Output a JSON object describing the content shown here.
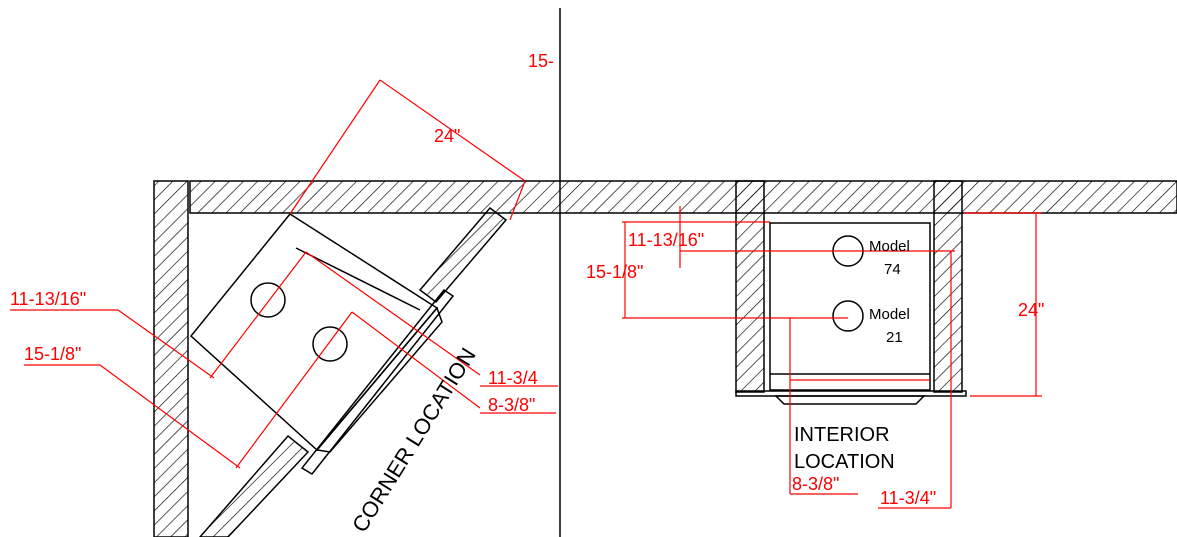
{
  "colors": {
    "dimension": "#ff0000",
    "linework": "#000000",
    "background": "#ffffff"
  },
  "corner": {
    "title": "CORNER LOCATION",
    "dim_24": "24\"",
    "dim_11_13_16": "11-13/16\"",
    "dim_15_1_8": "15-1/8\"",
    "dim_11_3_4": "11-3/4",
    "dim_8_3_8": "8-3/8\""
  },
  "center_label": "15-",
  "interior": {
    "title_line1": "INTERIOR",
    "title_line2": "LOCATION",
    "dim_11_13_16": "11-13/16\"",
    "dim_15_1_8": "15-1/8\"",
    "dim_24": "24\"",
    "dim_8_3_8": "8-3/8\"",
    "dim_11_3_4": "11-3/4\"",
    "model_74_line1": "Model",
    "model_74_line2": "74",
    "model_21_line1": "Model",
    "model_21_line2": "21"
  }
}
